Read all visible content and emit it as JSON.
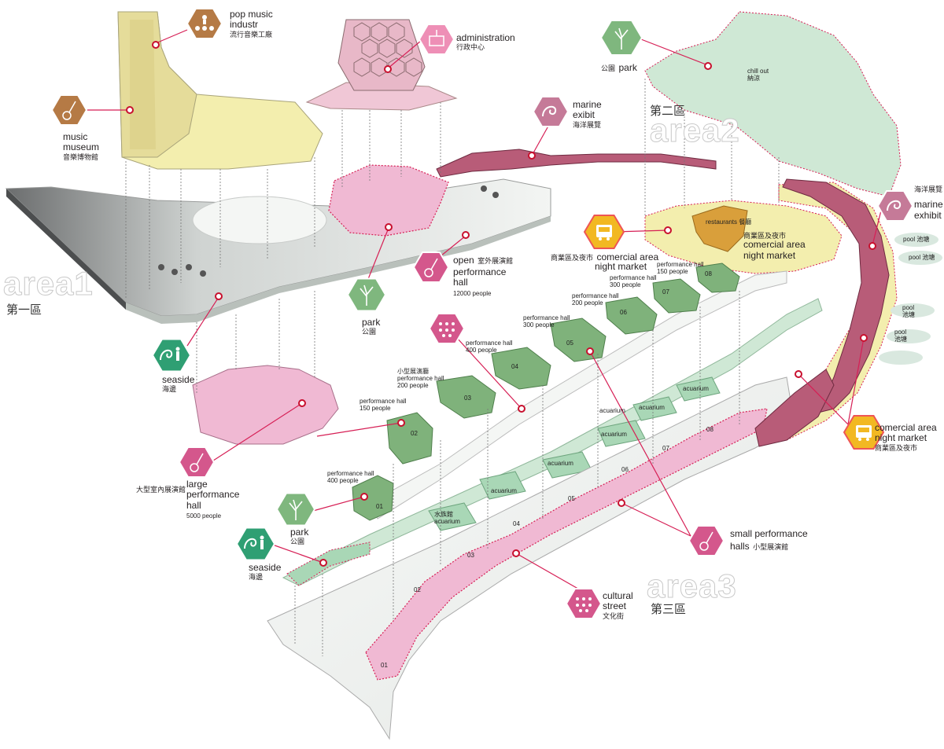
{
  "areas": {
    "area1": {
      "word": "area1",
      "zh": "第一區"
    },
    "area2": {
      "word": "area2",
      "zh": "第二區"
    },
    "area3": {
      "word": "area3",
      "zh": "第三區"
    }
  },
  "labels": {
    "pop_music": {
      "en1": "pop music",
      "en2": "industr",
      "zh": "流行音樂工廠"
    },
    "music_museum": {
      "en1": "music",
      "en2": "museum",
      "zh": "音樂博物館"
    },
    "administration": {
      "en": "administration",
      "zh": "行政中心"
    },
    "park_top": {
      "en": "park",
      "zh": "公園"
    },
    "chill_out": {
      "en": "chill out",
      "zh": "納涼"
    },
    "marine_exibit": {
      "en1": "marine",
      "en2": "exibit",
      "zh": "海洋展覽"
    },
    "marine_exhibit": {
      "zh": "海洋展覽",
      "en1": "marine",
      "en2": "exhibit"
    },
    "comercial_top": {
      "zh": "商業區及夜市",
      "en1": "comercial area",
      "en2": "night market"
    },
    "restaurants": {
      "en": "restaurants",
      "zh": "餐廳"
    },
    "comercial_mid": {
      "zh": "商業區及夜市",
      "en1": "comercial area",
      "en2": "night market"
    },
    "open_hall": {
      "en1": "open",
      "zh": "室外展演館",
      "en2": "performance",
      "en3": "hall",
      "sub": "12000 people"
    },
    "park_mid": {
      "en": "park",
      "zh": "公園"
    },
    "seaside_1": {
      "en": "seaside",
      "zh": "海邊"
    },
    "large_hall": {
      "zh": "大型室內展演館",
      "en1": "large",
      "en2": "performance",
      "en3": "hall",
      "sub": "5000 people"
    },
    "park_low": {
      "en": "park",
      "zh": "公園"
    },
    "seaside_2": {
      "en": "seaside",
      "zh": "海邊"
    },
    "small_halls": {
      "en1": "small performance",
      "en2": "halls",
      "zh": "小型展演館"
    },
    "cultural_street": {
      "en1": "cultural",
      "en2": "street",
      "zh": "文化街"
    },
    "comercial_low": {
      "en1": "comercial area",
      "en2": "night market",
      "zh": "商業區及夜市"
    },
    "pools": [
      {
        "en": "pool",
        "zh": "池塘"
      },
      {
        "en": "pool",
        "zh": "池塘"
      },
      {
        "en": "pool",
        "zh": "池塘"
      },
      {
        "en": "pool",
        "zh": "池塘"
      }
    ]
  },
  "performance_halls": [
    {
      "num": "01",
      "l1": "performance hall",
      "l2": "400 people"
    },
    {
      "num": "02",
      "l1": "performance hall",
      "l2": "150 people"
    },
    {
      "num": "03",
      "l0": "小型展演廳",
      "l1": "performance hall",
      "l2": "200 people"
    },
    {
      "num": "04",
      "l1": "performance hall",
      "l2": "400 people"
    },
    {
      "num": "05",
      "l1": "performance hall",
      "l2": "300 people"
    },
    {
      "num": "06",
      "l1": "performance hall",
      "l2": "200 people"
    },
    {
      "num": "07",
      "l1": "performance hall",
      "l2": "300 people"
    },
    {
      "num": "08",
      "l1": "performance hall",
      "l2": "150 people"
    }
  ],
  "acuarium": [
    {
      "zh": "水族館",
      "en": "acuarium"
    },
    {
      "en": "acuarium"
    },
    {
      "en": "acuarium"
    },
    {
      "en": "acuarium"
    },
    {
      "en": "acuarium"
    },
    {
      "en": "acuarium"
    },
    {
      "en": "acuarium"
    }
  ],
  "street_nums": [
    "01",
    "02",
    "03",
    "04",
    "05",
    "06",
    "07",
    "08"
  ],
  "colors": {
    "accent_red": "#d61f55",
    "dot_red": "#c8102e",
    "green_hex": "#7fb77e",
    "tan_hex": "#b57a45",
    "pink_hex": "#d4578c",
    "mauve_hex": "#c57a98",
    "yellow_hex": "#f2b822",
    "sea_hex": "#2f9f73",
    "yellow_zone": "#f3eeae",
    "pink_zone": "#f0b9d3",
    "mint_zone": "#cfe8d5",
    "green_roof": "#7fb27b"
  }
}
